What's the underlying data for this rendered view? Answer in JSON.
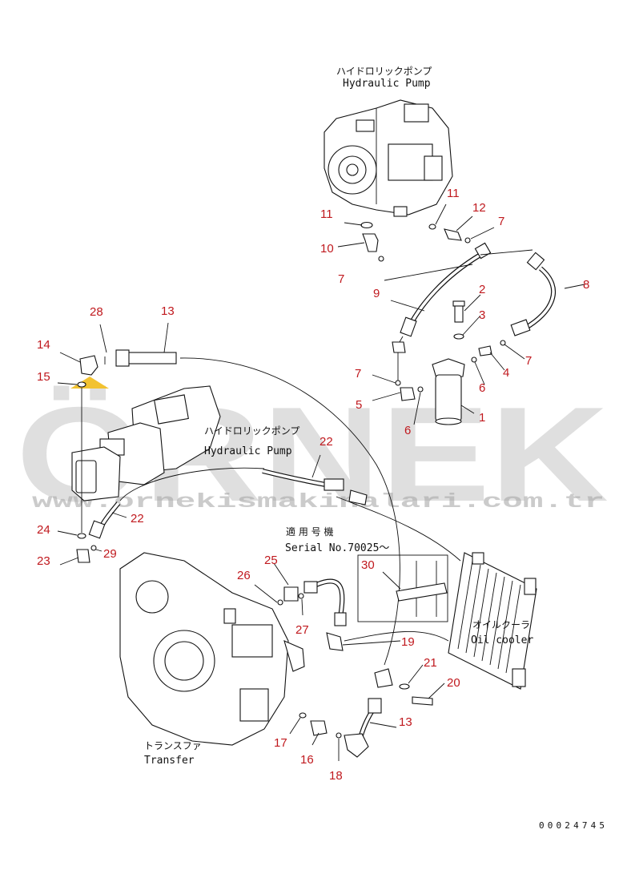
{
  "watermark": {
    "text": "ÖRNEK",
    "url": "www.ornekismakinalari.com.tr"
  },
  "labels": {
    "pump_top_jp": "ハイドロリックポンプ",
    "pump_top_en": "Hydraulic Pump",
    "pump_left_jp": "ハイドロリックポンプ",
    "pump_left_en": "Hydraulic Pump",
    "serial_jp": "適 用 号 機",
    "serial_en": "Serial No.70025～",
    "cooler_jp": "オイルクーラ",
    "cooler_en": "Oil cooler",
    "transfer_jp": "トランスファ",
    "transfer_en": "Transfer"
  },
  "drawing_code": "00024745",
  "part_numbers": {
    "n1": "1",
    "n2": "2",
    "n3": "3",
    "n4": "4",
    "n5": "5",
    "n6a": "6",
    "n6b": "6",
    "n7a": "7",
    "n7b": "7",
    "n7c": "7",
    "n7d": "7",
    "n8": "8",
    "n9": "9",
    "n10": "10",
    "n11a": "11",
    "n11b": "11",
    "n12": "12",
    "n13a": "13",
    "n13b": "13",
    "n14": "14",
    "n15": "15",
    "n16": "16",
    "n17": "17",
    "n18": "18",
    "n19": "19",
    "n20": "20",
    "n21": "21",
    "n22a": "22",
    "n22b": "22",
    "n23": "23",
    "n24": "24",
    "n25": "25",
    "n26": "26",
    "n27": "27",
    "n28": "28",
    "n29": "29",
    "n30": "30"
  }
}
